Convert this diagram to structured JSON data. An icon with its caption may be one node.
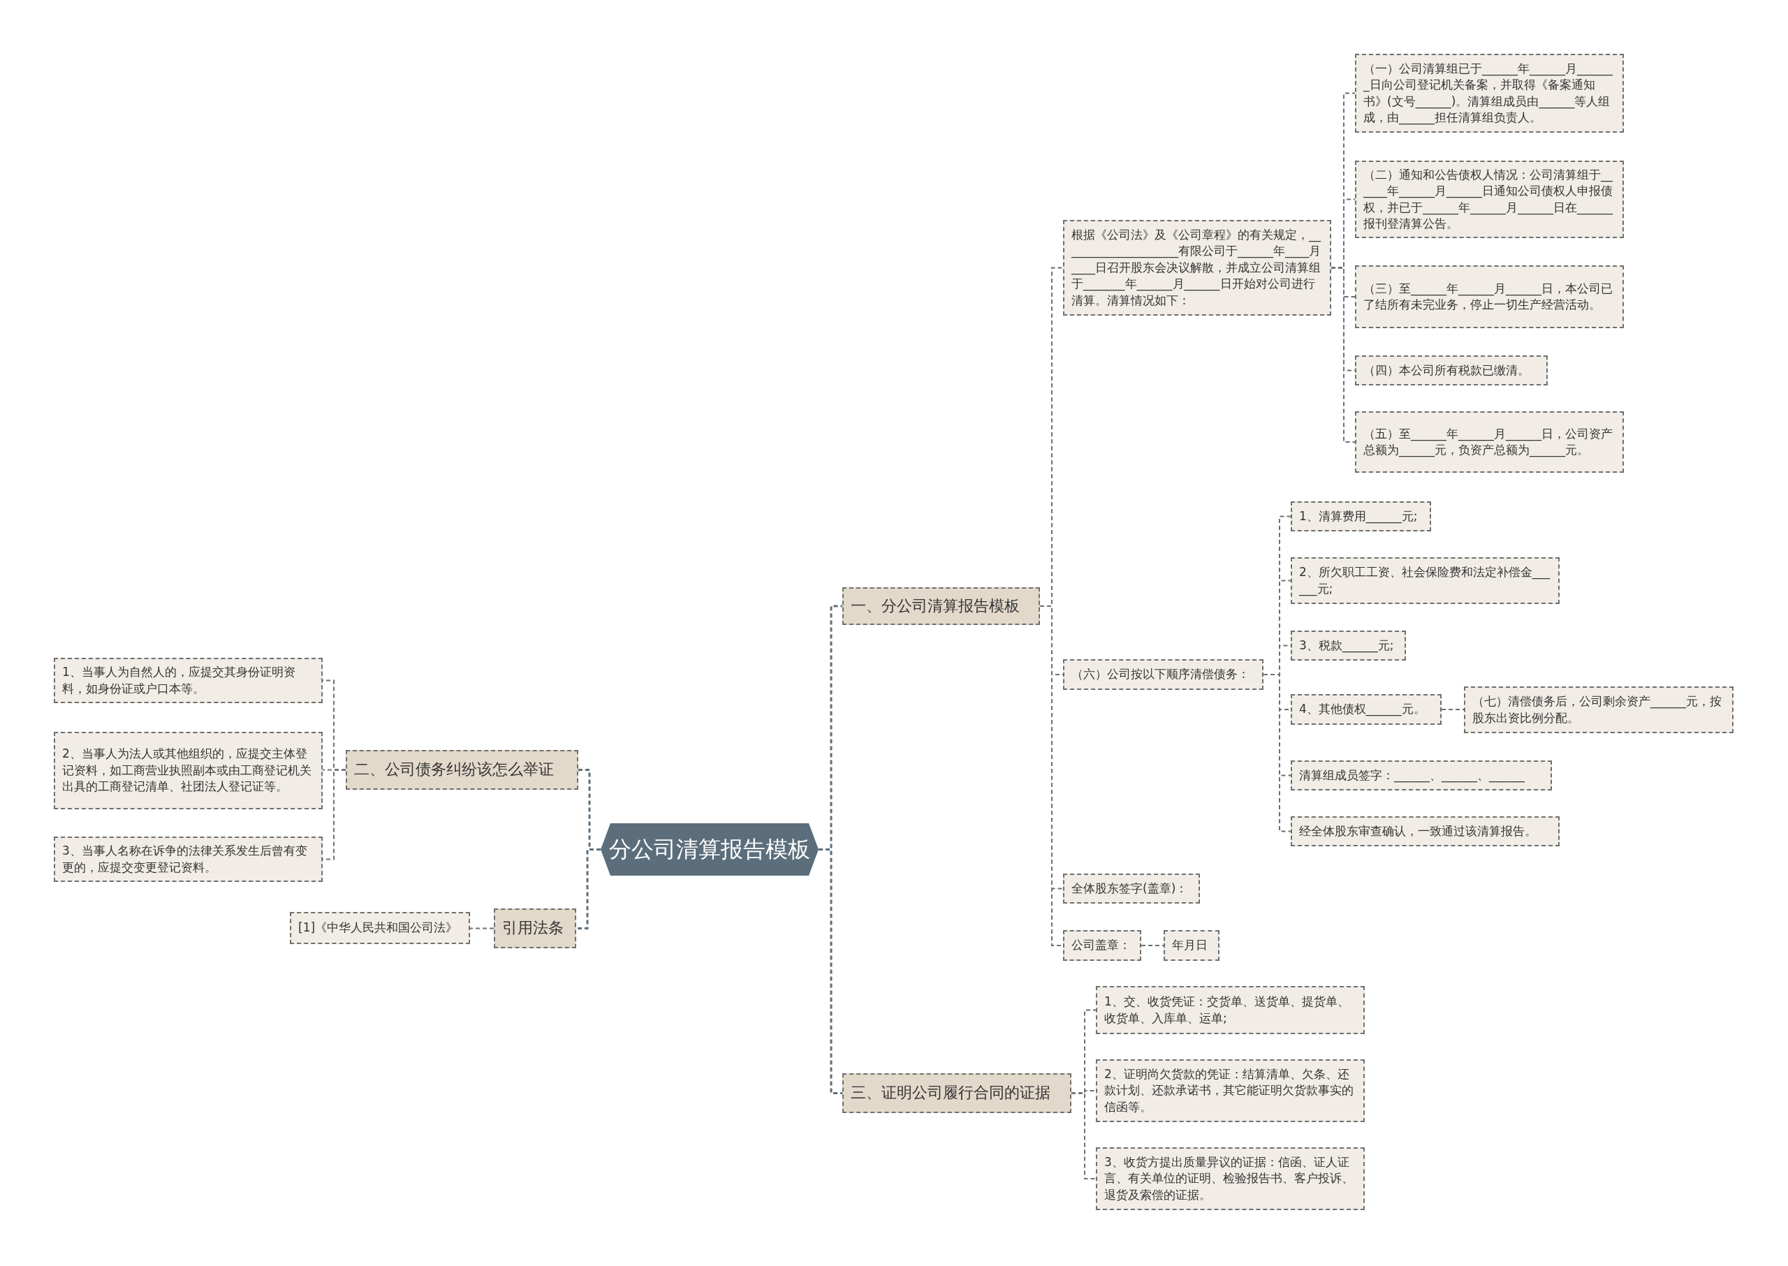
{
  "diagram": {
    "nodes": [
      {
        "text": [
          "分公司清算报告模板"
        ]
      },
      {
        "text": [
          "一、分公司清算报告模板"
        ]
      },
      {
        "text": [
          "根据《公司法》及《公司章程》的有关规定，____________________有限公司于______年____月____日召开股东会决议解散，并成立公司清算组于_______年______月______日开始对公司进行清算。清算情况如下："
        ]
      },
      {
        "text": [
          "（一）公司清算组已于______年______月_______日向公司登记机关备案，并取得《备案通知书》(文号______)。清算组成员由______等人组成，由______担任清算组负责人。"
        ]
      },
      {
        "text": [
          "（二）通知和公告债权人情况：公司清算组于______年______月______日通知公司债权人申报债权，并已于______年______月______日在______报刊登清算公告。"
        ]
      },
      {
        "text": [
          "（三）至______年______月______日，本公司已了结所有未完业务，停止一切生产经营活动。"
        ]
      },
      {
        "text": [
          "（四）本公司所有税款已缴清。"
        ]
      },
      {
        "text": [
          "（五）至______年______月______日，公司资产总额为______元，负资产总额为______元。"
        ]
      },
      {
        "text": [
          "（六）公司按以下顺序清偿债务："
        ]
      },
      {
        "text": [
          "1、清算费用______元;"
        ]
      },
      {
        "text": [
          "2、所欠职工工资、社会保险费和法定补偿金______元;"
        ]
      },
      {
        "text": [
          "3、税款______元;"
        ]
      },
      {
        "text": [
          "4、其他债权______元。"
        ]
      },
      {
        "text": [
          "（七）清偿债务后，公司剩余资产______元，按股东出资比例分配。"
        ]
      },
      {
        "text": [
          "清算组成员签字：______、______、______"
        ]
      },
      {
        "text": [
          "经全体股东审查确认，一致通过该清算报告。"
        ]
      },
      {
        "text": [
          "全体股东签字(盖章)："
        ]
      },
      {
        "text": [
          "公司盖章："
        ]
      },
      {
        "text": [
          "年月日"
        ]
      },
      {
        "text": [
          "三、证明公司履行合同的证据"
        ]
      },
      {
        "text": [
          "1、交、收货凭证：交货单、送货单、提货单、收货单、入库单、运单;"
        ]
      },
      {
        "text": [
          "2、证明尚欠货款的凭证：结算清单、欠条、还款计划、还款承诺书，其它能证明欠货款事实的信函等。"
        ]
      },
      {
        "text": [
          "3、收货方提出质量异议的证据：信函、证人证言、有关单位的证明、检验报告书、客户投诉、退货及索偿的证据。"
        ]
      },
      {
        "text": [
          "二、公司债务纠纷该怎么举证"
        ]
      },
      {
        "text": [
          "1、当事人为自然人的，应提交其身份证明资料，如身份证或户口本等。"
        ]
      },
      {
        "text": [
          "2、当事人为法人或其他组织的，应提交主体登记资料，如工商营业执照副本或由工商登记机关出具的工商登记清单、社团法人登记证等。"
        ]
      },
      {
        "text": [
          "3、当事人名称在诉争的法律关系发生后曾有变更的，应提交变更登记资料。"
        ]
      },
      {
        "text": [
          "引用法条"
        ]
      },
      {
        "text": [
          "[1]《中华人民共和国公司法》"
        ]
      }
    ],
    "edges": [
      {
        "from": 0,
        "to": 1,
        "arrow": "none"
      },
      {
        "from": 0,
        "to": 19,
        "arrow": "none"
      },
      {
        "from": 0,
        "to": 23,
        "arrow": "none"
      },
      {
        "from": 0,
        "to": 27,
        "arrow": "none"
      },
      {
        "from": 1,
        "to": 2,
        "arrow": "none"
      },
      {
        "from": 1,
        "to": 8,
        "arrow": "none"
      },
      {
        "from": 1,
        "to": 16,
        "arrow": "none"
      },
      {
        "from": 1,
        "to": 17,
        "arrow": "none"
      },
      {
        "from": 2,
        "to": 3,
        "arrow": "none"
      },
      {
        "from": 2,
        "to": 4,
        "arrow": "none"
      },
      {
        "from": 2,
        "to": 5,
        "arrow": "none"
      },
      {
        "from": 2,
        "to": 6,
        "arrow": "none"
      },
      {
        "from": 2,
        "to": 7,
        "arrow": "none"
      },
      {
        "from": 8,
        "to": 9,
        "arrow": "none"
      },
      {
        "from": 8,
        "to": 10,
        "arrow": "none"
      },
      {
        "from": 8,
        "to": 11,
        "arrow": "none"
      },
      {
        "from": 8,
        "to": 12,
        "arrow": "none"
      },
      {
        "from": 8,
        "to": 14,
        "arrow": "none"
      },
      {
        "from": 8,
        "to": 15,
        "arrow": "none"
      },
      {
        "from": 12,
        "to": 13,
        "arrow": "none"
      },
      {
        "from": 17,
        "to": 18,
        "arrow": "none"
      },
      {
        "from": 19,
        "to": 20,
        "arrow": "none"
      },
      {
        "from": 19,
        "to": 21,
        "arrow": "none"
      },
      {
        "from": 19,
        "to": 22,
        "arrow": "none"
      },
      {
        "from": 23,
        "to": 24,
        "arrow": "none"
      },
      {
        "from": 23,
        "to": 25,
        "arrow": "none"
      },
      {
        "from": 23,
        "to": 26,
        "arrow": "none"
      },
      {
        "from": 27,
        "to": 28,
        "arrow": "none"
      }
    ]
  }
}
